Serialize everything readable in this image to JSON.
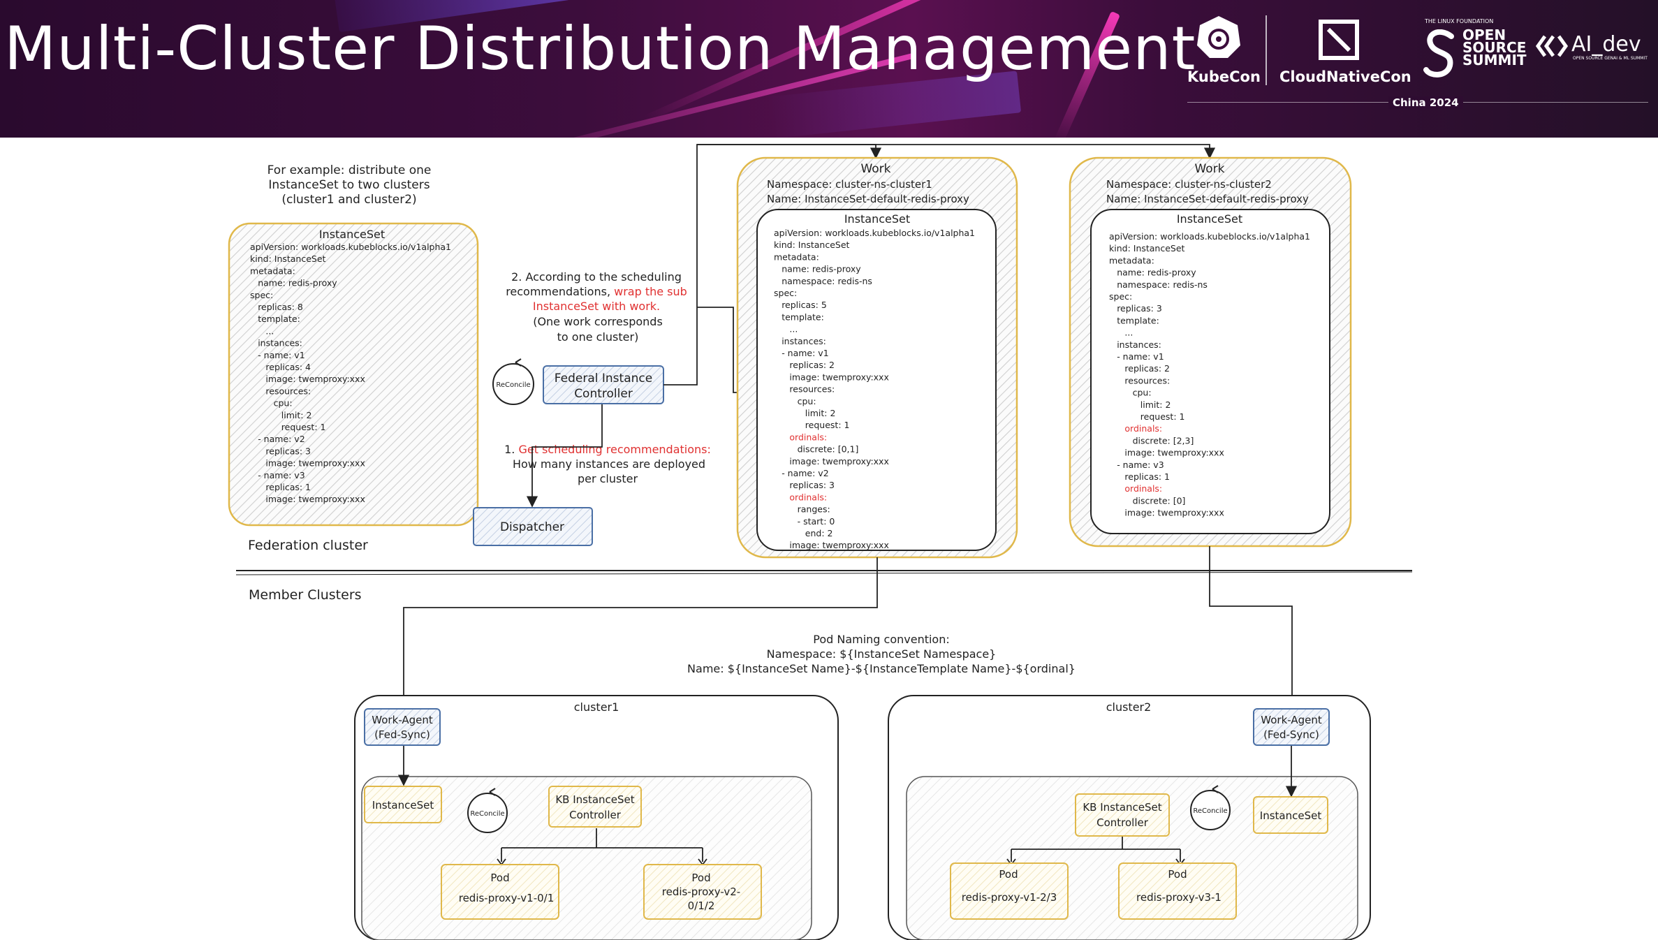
{
  "header": {
    "title": "Multi-Cluster Distribution Management",
    "logos": {
      "kubecon": "KubeCon",
      "cloudnativecon": "CloudNativeCon",
      "linux_foundation": "THE LINUX FOUNDATION",
      "oss_line1": "OPEN",
      "oss_line2": "SOURCE",
      "oss_line3": "SUMMIT",
      "ai_dev": "AI_dev",
      "ai_dev_sub": "OPEN SOURCE GENAI & ML SUMMIT",
      "event": "China 2024"
    }
  },
  "example_note": [
    "For example: distribute one",
    "InstanceSet to two clusters",
    "(cluster1 and cluster2)"
  ],
  "source_instanceset": {
    "title": "InstanceSet",
    "lines": [
      "apiVersion: workloads.kubeblocks.io/v1alpha1",
      "kind: InstanceSet",
      "metadata:",
      "  name: redis-proxy",
      "spec:",
      "  replicas: 8",
      "  template:",
      "    ...",
      "  instances:",
      "  - name: v1",
      "    replicas: 4",
      "    image: twemproxy:xxx",
      "    resources:",
      "      cpu:",
      "        limit: 2",
      "        request: 1",
      "  - name: v2",
      "    replicas: 3",
      "    image: twemproxy:xxx",
      "  - name: v3",
      "    replicas: 1",
      "    image: twemproxy:xxx"
    ]
  },
  "step2": {
    "line1": "2. According to the scheduling",
    "line2_a": "recommendations, ",
    "line2_b": "wrap the sub",
    "line3": "InstanceSet with work.",
    "line4": "(One work corresponds",
    "line5": "to one cluster)"
  },
  "step1": {
    "prefix": "1. ",
    "red": "Get scheduling recommendations:",
    "line2": "How many instances are deployed",
    "line3": "per cluster"
  },
  "reconcile_label": "ReConcile",
  "federal_controller": [
    "Federal Instance",
    "Controller"
  ],
  "dispatcher": "Dispatcher",
  "federation_label": "Federation cluster",
  "member_label": "Member Clusters",
  "work1": {
    "title": "Work",
    "namespace": "Namespace: cluster-ns-cluster1",
    "name": "Name: InstanceSet-default-redis-proxy",
    "inner_title": "InstanceSet",
    "lines": [
      {
        "t": "apiVersion: workloads.kubeblocks.io/v1alpha1"
      },
      {
        "t": "kind: InstanceSet"
      },
      {
        "t": "metadata:"
      },
      {
        "t": "  name: redis-proxy"
      },
      {
        "t": "  namespace: redis-ns"
      },
      {
        "t": "spec:"
      },
      {
        "t": "  replicas: 5"
      },
      {
        "t": "  template:"
      },
      {
        "t": "    ..."
      },
      {
        "t": "  instances:"
      },
      {
        "t": "  - name: v1"
      },
      {
        "t": "    replicas: 2"
      },
      {
        "t": "    image: twemproxy:xxx"
      },
      {
        "t": "    resources:"
      },
      {
        "t": "      cpu:"
      },
      {
        "t": "        limit: 2"
      },
      {
        "t": "        request: 1"
      },
      {
        "t": "    ordinals:",
        "red": true
      },
      {
        "t": "      discrete: [0,1]"
      },
      {
        "t": "    image: twemproxy:xxx"
      },
      {
        "t": "  - name: v2"
      },
      {
        "t": "    replicas: 3"
      },
      {
        "t": "    ordinals:",
        "red": true
      },
      {
        "t": "      ranges:"
      },
      {
        "t": "      - start: 0"
      },
      {
        "t": "        end: 2"
      },
      {
        "t": "    image: twemproxy:xxx"
      }
    ]
  },
  "work2": {
    "title": "Work",
    "namespace": "Namespace: cluster-ns-cluster2",
    "name": "Name: InstanceSet-default-redis-proxy",
    "inner_title": "InstanceSet",
    "lines": [
      {
        "t": "apiVersion: workloads.kubeblocks.io/v1alpha1"
      },
      {
        "t": "kind: InstanceSet"
      },
      {
        "t": "metadata:"
      },
      {
        "t": "  name: redis-proxy"
      },
      {
        "t": "  namespace: redis-ns"
      },
      {
        "t": "spec:"
      },
      {
        "t": "  replicas: 3"
      },
      {
        "t": "  template:"
      },
      {
        "t": "    ..."
      },
      {
        "t": "  instances:"
      },
      {
        "t": "  - name: v1"
      },
      {
        "t": "    replicas: 2"
      },
      {
        "t": "    resources:"
      },
      {
        "t": "      cpu:"
      },
      {
        "t": "        limit: 2"
      },
      {
        "t": "        request: 1"
      },
      {
        "t": "    ordinals:",
        "red": true
      },
      {
        "t": "      discrete: [2,3]"
      },
      {
        "t": "    image: twemproxy:xxx"
      },
      {
        "t": "  - name: v3"
      },
      {
        "t": "    replicas: 1"
      },
      {
        "t": "    ordinals:",
        "red": true
      },
      {
        "t": "      discrete: [0]"
      },
      {
        "t": "    image: twemproxy:xxx"
      }
    ]
  },
  "naming": {
    "line1": "Pod Naming convention:",
    "line2": "Namespace: ${InstanceSet Namespace}",
    "line3": "Name: ${InstanceSet Name}-${InstanceTemplate Name}-${ordinal}"
  },
  "cluster1": {
    "label": "cluster1",
    "agent": [
      "Work-Agent",
      "(Fed-Sync)"
    ],
    "instanceset": "InstanceSet",
    "kb_controller": [
      "KB InstanceSet",
      "Controller"
    ],
    "pods": [
      {
        "label": "Pod",
        "name": [
          "redis-proxy-v1-0/1"
        ]
      },
      {
        "label": "Pod",
        "name": [
          "redis-proxy-v2-",
          "0/1/2"
        ]
      }
    ]
  },
  "cluster2": {
    "label": "cluster2",
    "agent": [
      "Work-Agent",
      "(Fed-Sync)"
    ],
    "instanceset": "InstanceSet",
    "kb_controller": [
      "KB InstanceSet",
      "Controller"
    ],
    "pods": [
      {
        "label": "Pod",
        "name": [
          "redis-proxy-v1-2/3"
        ]
      },
      {
        "label": "Pod",
        "name": [
          "redis-proxy-v3-1"
        ]
      }
    ]
  },
  "colors": {
    "banner_accent": "#ff2fa8",
    "red_text": "#e03131",
    "yellow_border": "#e0b84a",
    "blue_border": "#4a6fa5",
    "hatch": "#c9c9c9"
  }
}
